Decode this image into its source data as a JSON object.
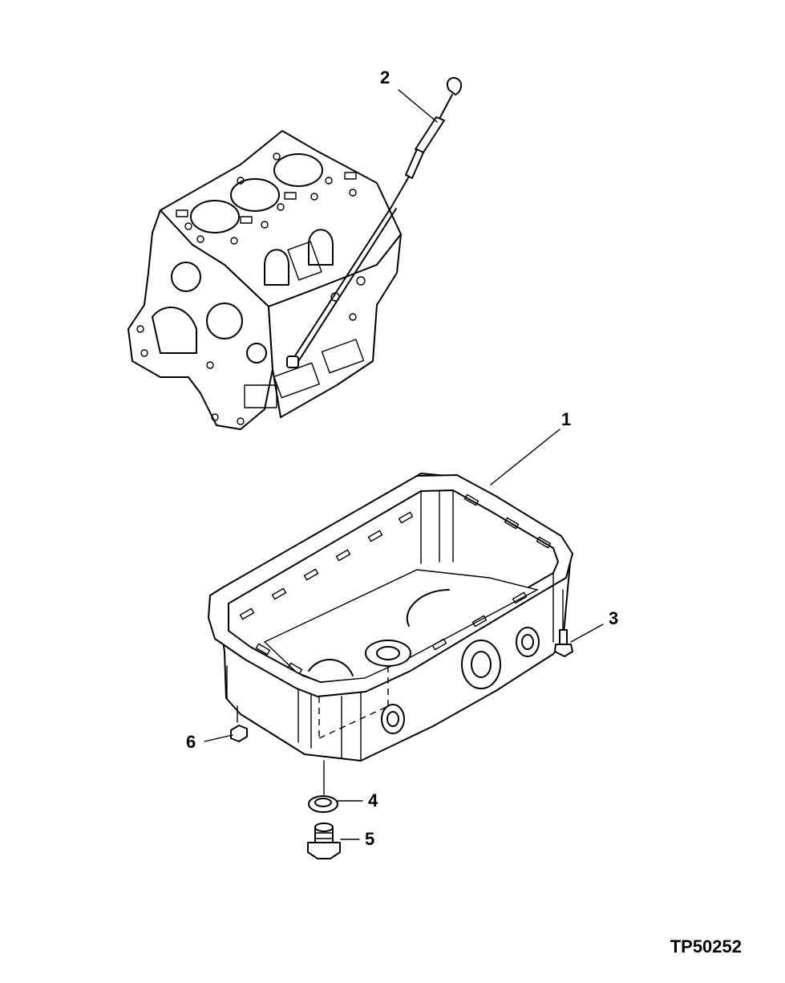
{
  "figure_id": "TP50252",
  "callouts": {
    "c1": "1",
    "c2": "2",
    "c3": "3",
    "c4": "4",
    "c5": "5",
    "c6": "6"
  }
}
